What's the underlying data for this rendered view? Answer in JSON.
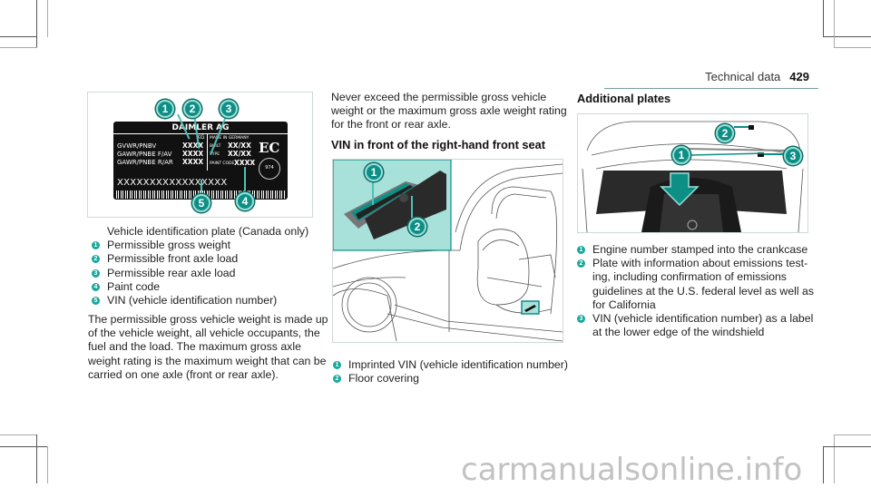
{
  "header": {
    "section": "Technical data",
    "page_number": "429"
  },
  "left_column": {
    "figure": {
      "plate": {
        "brand": "DAIMLER AG",
        "unit": "KG",
        "made_in": "MADE IN GERMANY",
        "rows": [
          {
            "label": "GVWR/PNBV",
            "value": "XXXX"
          },
          {
            "label": "GAWR/PNBE F/AV",
            "value": "XXXX"
          },
          {
            "label": "GAWR/PNBE R/AR",
            "value": "XXXX"
          }
        ],
        "built_label": "BUILT",
        "built_value": "XX/XX",
        "type_label": "TYPE",
        "type_value": "XX/XX",
        "paint_code_label": "PAINT CODE",
        "paint_code_value": "XXXX",
        "ec_mark": "EC",
        "seal_number": "974",
        "vin": "XXXXXXXXXXXXXXXXX"
      },
      "callouts": [
        "1",
        "2",
        "3",
        "4",
        "5"
      ]
    },
    "caption": "Vehicle identification plate (Canada only)",
    "legend": [
      {
        "num": "1",
        "text": "Permissible gross weight"
      },
      {
        "num": "2",
        "text": "Permissible front axle load"
      },
      {
        "num": "3",
        "text": "Permissible rear axle load"
      },
      {
        "num": "4",
        "text": "Paint code"
      },
      {
        "num": "5",
        "text": "VIN (vehicle identification number)"
      }
    ],
    "paragraph": [
      "The permissible gross vehicle weight is made up",
      "of the vehicle weight, all vehicle occupants, the",
      "fuel and the load. The maximum gross axle",
      "weight rating is the maximum weight that can be",
      "carried on one axle (front or rear axle)."
    ]
  },
  "middle_column": {
    "intro": [
      "Never exceed the permissible gross vehicle",
      "weight or the maximum gross axle weight rating",
      "for the front or rear axle."
    ],
    "heading": "VIN in front of the right-hand front seat",
    "figure": {
      "callouts": [
        "1",
        "2"
      ]
    },
    "legend": [
      {
        "num": "1",
        "text": "Imprinted VIN (vehicle identification number)"
      },
      {
        "num": "2",
        "text": "Floor covering"
      }
    ]
  },
  "right_column": {
    "heading": "Additional plates",
    "figure": {
      "callouts": [
        "1",
        "2",
        "3"
      ]
    },
    "legend": [
      {
        "num": "1",
        "lines": [
          "Engine number stamped into the crankcase"
        ]
      },
      {
        "num": "2",
        "lines": [
          "Plate with information about emissions test-",
          "ing, including confirmation of emissions",
          "guidelines at the U.S. federal level as well as",
          "for California"
        ]
      },
      {
        "num": "3",
        "lines": [
          "VIN (vehicle identification number) as a label",
          "at the lower edge of the windshield"
        ]
      }
    ]
  },
  "watermark": "carmanualsonline.info",
  "colors": {
    "accent": "#0e8f86",
    "accent_light": "#18a89c",
    "inset_bg": "#a8e0da",
    "rule": "#7a9c9c"
  }
}
